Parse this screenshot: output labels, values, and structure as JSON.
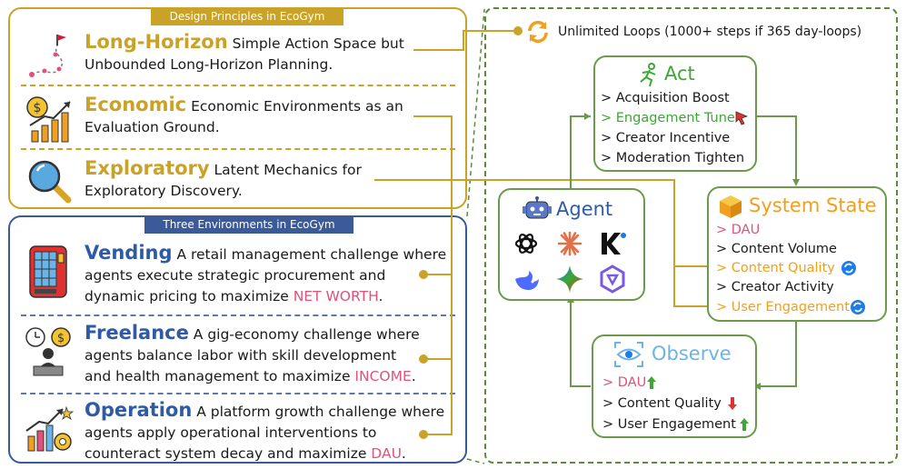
{
  "principles": {
    "banner": "Design Principles in EcoGym",
    "items": [
      {
        "keyword": "Long-Horizon",
        "text1": " Simple Action Space but",
        "text2": "Unbounded Long-Horizon Planning."
      },
      {
        "keyword": "Economic",
        "text1": " Economic Environments as an",
        "text2": "Evaluation Ground."
      },
      {
        "keyword": "Exploratory",
        "text1": " Latent Mechanics for",
        "text2": "Exploratory Discovery."
      }
    ]
  },
  "environments": {
    "banner": "Three Environments in EcoGym",
    "items": [
      {
        "keyword": "Vending",
        "text1": " A retail management challenge where",
        "text2": "agents execute strategic procurement and",
        "text3": "dynamic pricing to maximize ",
        "target": "NET WORTH",
        "end": "."
      },
      {
        "keyword": "Freelance",
        "text1": " A gig-economy challenge where",
        "text2": "agents balance labor with skill development",
        "text3": "and health management to maximize ",
        "target": "INCOME",
        "end": "."
      },
      {
        "keyword": "Operation",
        "text1": " A platform growth challenge where",
        "text2": "agents apply operational interventions to",
        "text3": "counteract system decay and maximize ",
        "target": "DAU",
        "end": "."
      }
    ]
  },
  "loops": "Unlimited Loops (1000+ steps if 365 day-loops)",
  "act": {
    "title": "Act",
    "items": [
      "> Acquisition Boost",
      "> Engagement Tune",
      "> Creator Incentive",
      "> Moderation Tighten"
    ]
  },
  "agent": {
    "title": "Agent"
  },
  "state": {
    "title": "System State",
    "items": [
      "> DAU",
      "> Content Volume",
      "> Content Quality",
      "> Creator Activity",
      "> User Engagement"
    ]
  },
  "observe": {
    "title": "Observe",
    "items": [
      "> DAU",
      "> Content Quality",
      "> User Engagement"
    ]
  },
  "colors": {
    "gold": "#c9a227",
    "blue": "#3b5a9a",
    "green": "#6a9a4a",
    "pink": "#e0527a",
    "orange": "#f0a020"
  }
}
